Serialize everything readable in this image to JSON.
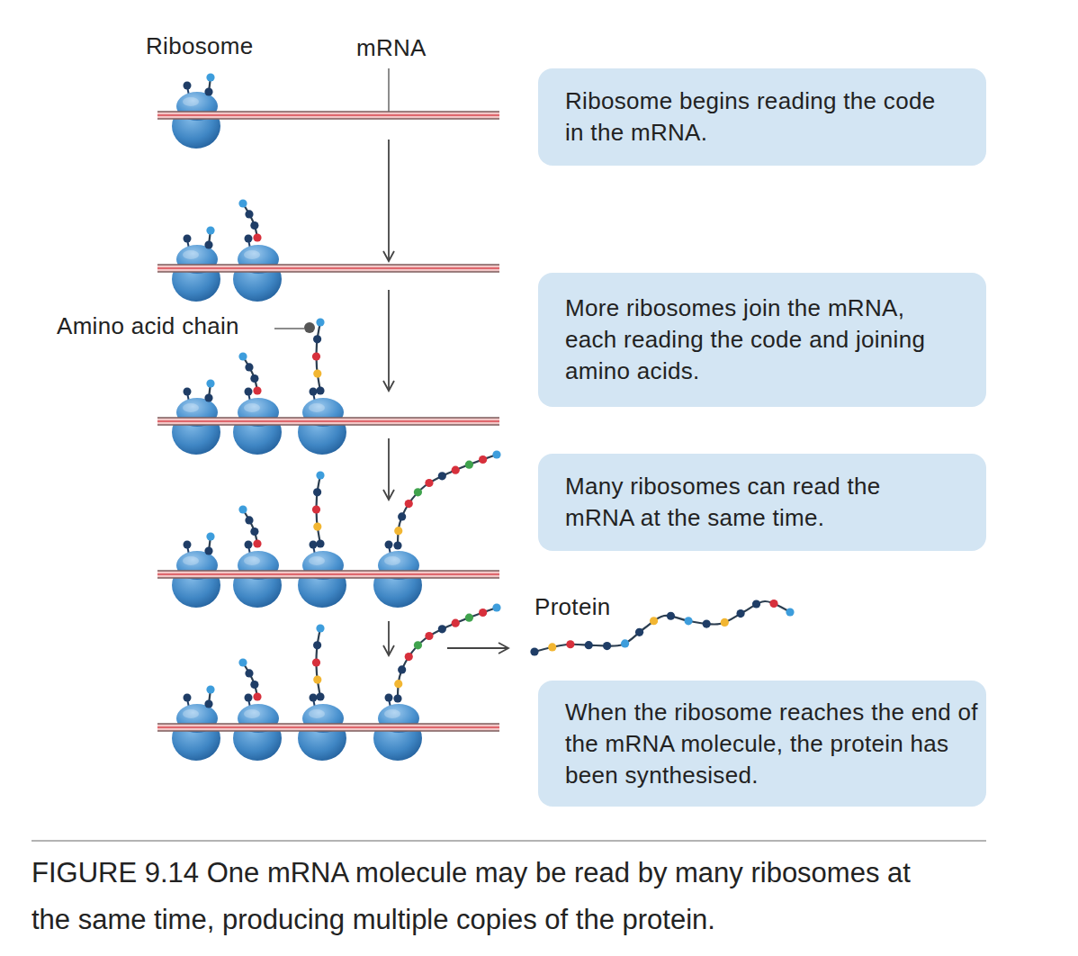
{
  "diagram": {
    "caption": "FIGURE 9.14 One mRNA molecule may be read by many ribosomes at the same time, producing multiple copies of the protein.",
    "nodes": [
      {
        "text": [
          "Ribosome begins reading the code in the mRNA."
        ]
      },
      {
        "text": [
          "More ribosomes join the mRNA, each reading the code and joining amino acids."
        ]
      },
      {
        "text": [
          "Many ribosomes can read the mRNA at the same time."
        ]
      },
      {
        "text": [
          "When the ribosome reaches the end of the mRNA molecule, the protein has been synthesised."
        ]
      }
    ],
    "labels": [
      "Ribosome",
      "mRNA",
      "Amino acid chain",
      "Protein"
    ]
  }
}
